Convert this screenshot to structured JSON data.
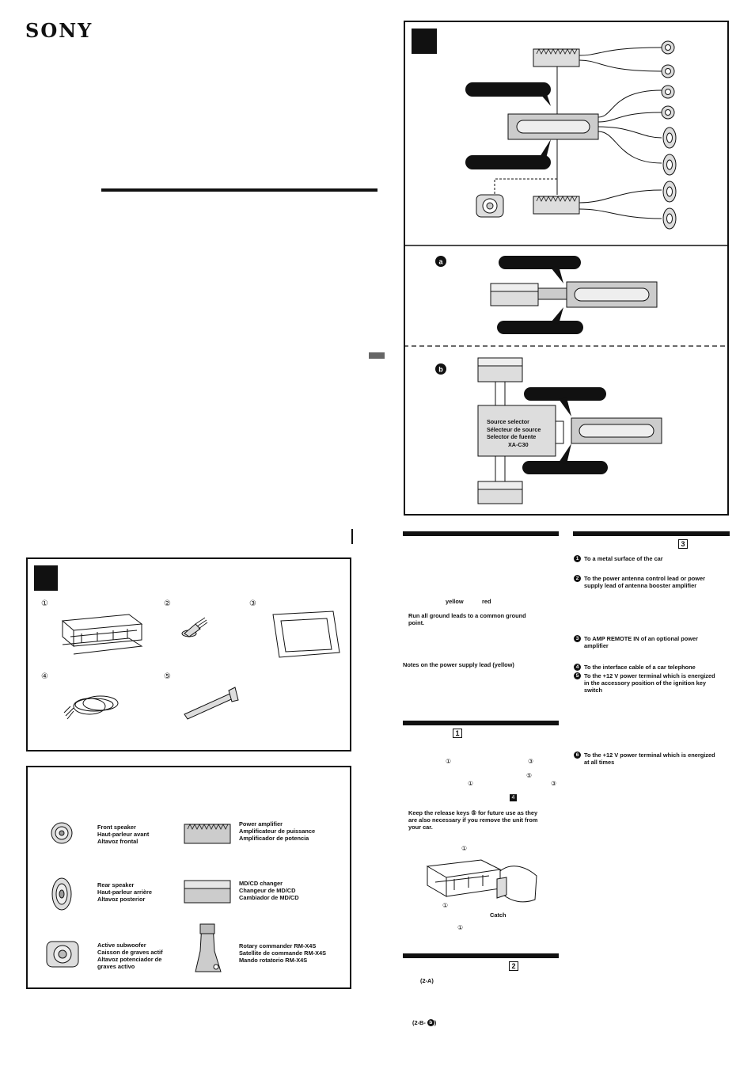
{
  "brand": "SONY",
  "wiring": {
    "sel_title": "Source selector",
    "sel_fr": "Sélecteur de source",
    "sel_es": "Selector de fuente",
    "sel_model": "XA-C30",
    "label_a": "a",
    "label_b": "b"
  },
  "parts": {
    "n1": "①",
    "n2": "②",
    "n3": "③",
    "n4": "④",
    "n5": "⑤"
  },
  "components": [
    {
      "en": "Front speaker",
      "fr": "Haut-parleur avant",
      "es": "Altavoz frontal"
    },
    {
      "en": "Power amplifier",
      "fr": "Amplificateur de puissance",
      "es": "Amplificador de potencia"
    },
    {
      "en": "Rear speaker",
      "fr": "Haut-parleur arrière",
      "es": "Altavoz posterior"
    },
    {
      "en": "MD/CD changer",
      "fr": "Changeur de MD/CD",
      "es": "Cambiador de MD/CD"
    },
    {
      "en": "Active subwoofer",
      "fr": "Caisson de graves actif",
      "es": "Altavoz potenciador de",
      "es2": "graves activo"
    },
    {
      "en": "Rotary commander RM-X4S",
      "fr": "Satellite de commande RM-X4S",
      "es": "Mando rotatorio RM-X4S"
    }
  ],
  "mid": {
    "yellow": "yellow",
    "red": "red",
    "ground_note": "Run all ground leads to a common ground point.",
    "ground_l1": "Run all ground leads to a common ground",
    "ground_l2": "point.",
    "psu_note": "Notes on the power supply lead (yellow)",
    "sec1_num": "1",
    "c1": "①",
    "c3": "③",
    "c5": "⑤",
    "c1b": "①",
    "c3b": "③",
    "ref4": "4",
    "release_l1": "Keep the release keys ⑤ for future use as they",
    "release_l2": "are also necessary if you remove the unit from",
    "release_l3": "your car.",
    "fig_c1a": "①",
    "fig_c1b": "①",
    "fig_catch": "Catch",
    "fig_c1c": "①",
    "sec2_num": "2",
    "ref_2a": "2-A)",
    "ref_2b": "2-B-",
    "ref_2b_end": ")"
  },
  "right": {
    "sec_num": "3",
    "items": [
      {
        "num": "1",
        "lines": [
          "To a metal surface of the car"
        ]
      },
      {
        "num": "2",
        "lines": [
          "To the power antenna control lead or power",
          "supply lead of antenna booster amplifier"
        ]
      },
      {
        "num": "3",
        "lines": [
          "To AMP REMOTE IN of an optional power",
          "amplifier"
        ]
      },
      {
        "num": "4",
        "lines": [
          "To the interface cable of a car telephone"
        ]
      },
      {
        "num": "5",
        "lines": [
          "To the +12 V power terminal which is energized",
          "in the accessory position of the ignition key",
          "switch"
        ]
      },
      {
        "num": "6",
        "lines": [
          "To the +12 V power terminal which is energized",
          "at all times"
        ]
      }
    ]
  }
}
